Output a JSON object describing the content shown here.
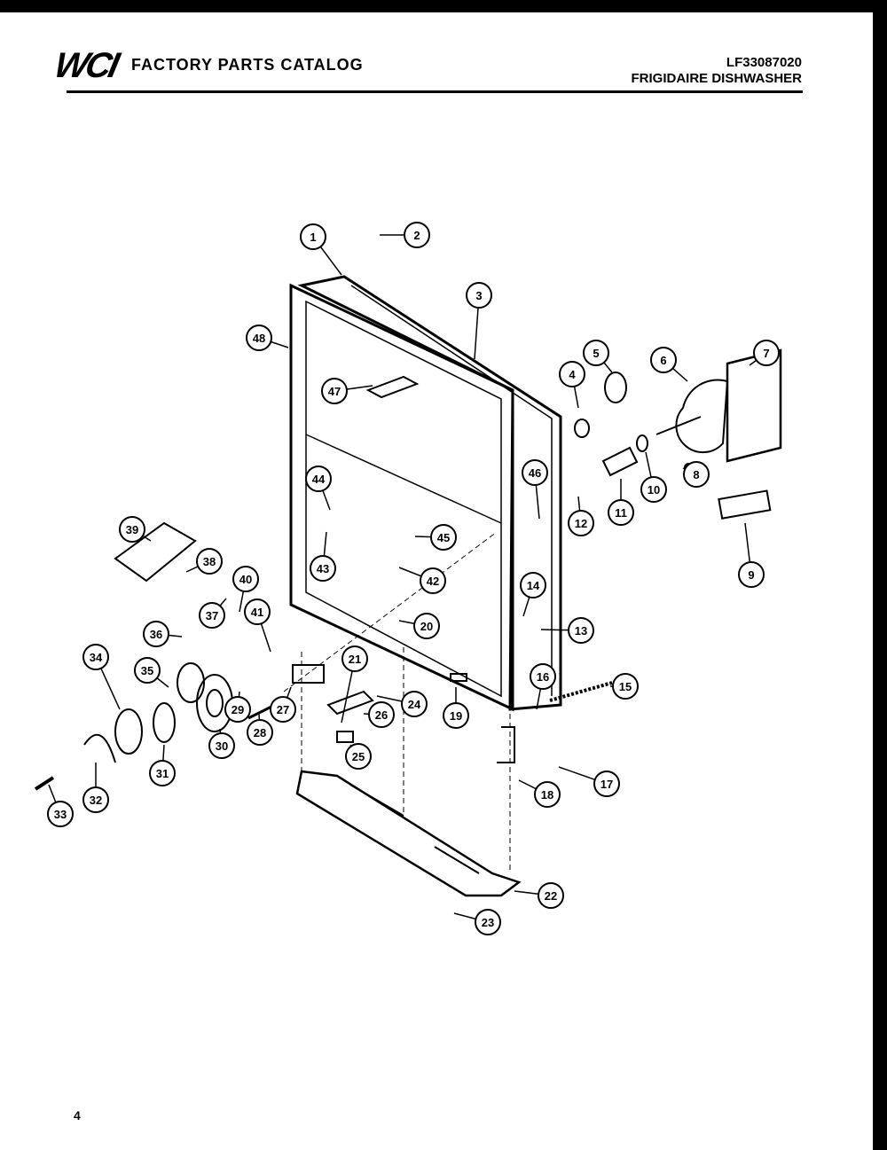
{
  "header": {
    "logo": "WCI",
    "catalog_title": "FACTORY PARTS CATALOG",
    "model_number": "LF33087020",
    "product": "FRIGIDAIRE DISHWASHER"
  },
  "page_number": "4",
  "callouts": [
    "1",
    "2",
    "3",
    "4",
    "5",
    "6",
    "7",
    "8",
    "9",
    "10",
    "11",
    "12",
    "13",
    "14",
    "15",
    "16",
    "17",
    "18",
    "19",
    "20",
    "21",
    "22",
    "23",
    "24",
    "25",
    "26",
    "27",
    "28",
    "29",
    "30",
    "31",
    "32",
    "33",
    "34",
    "35",
    "36",
    "37",
    "38",
    "39",
    "40",
    "41",
    "42",
    "43",
    "44",
    "45",
    "46",
    "47",
    "48"
  ]
}
